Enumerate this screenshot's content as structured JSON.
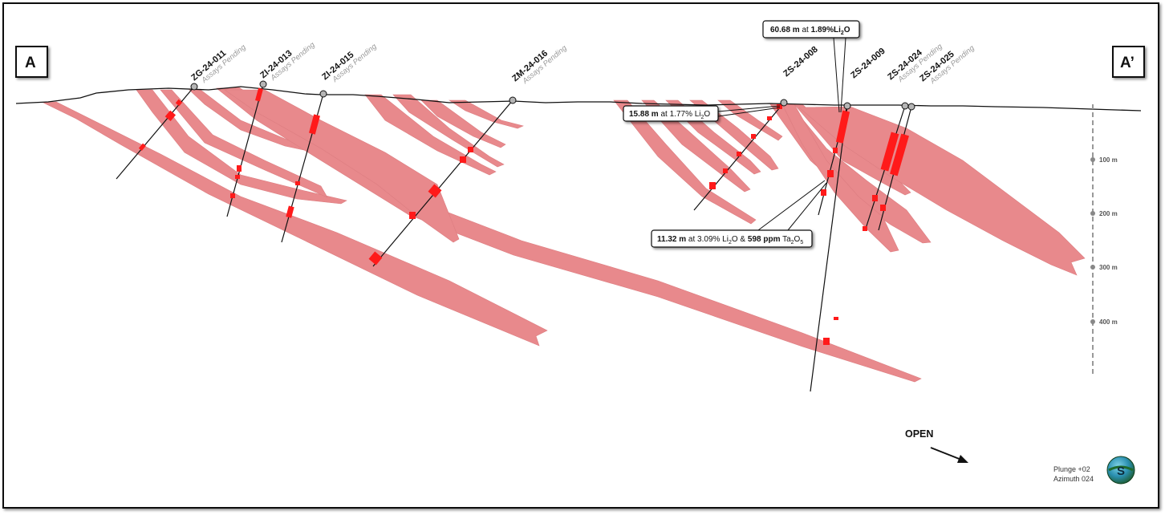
{
  "section": {
    "left": "A",
    "right": "A’"
  },
  "holes": [
    {
      "name": "ZG-24-011",
      "note": "Assays Pending"
    },
    {
      "name": "ZI-24-013",
      "note": "Assays Pending"
    },
    {
      "name": "ZI-24-015",
      "note": "Assays Pending"
    },
    {
      "name": "ZM-24-016",
      "note": "Assays Pending"
    },
    {
      "name": "ZS-24-008",
      "note": ""
    },
    {
      "name": "ZS-24-009",
      "note": ""
    },
    {
      "name": "ZS-24-024",
      "note": "Assays Pending"
    },
    {
      "name": "ZS-24-025",
      "note": "Assays Pending"
    }
  ],
  "callouts": {
    "c1": {
      "value": "60.68 m",
      "mid": " at ",
      "grade": "1.89%",
      "species": "Li",
      "sub": "2",
      "tail": "O"
    },
    "c2": {
      "value": "15.88 m",
      "mid": " at 1.77% Li",
      "sub": "2",
      "tail": "O"
    },
    "c3": {
      "value": "11.32 m",
      "mid": " at 3.09% Li",
      "sub1": "2",
      "mid2": "O & ",
      "grade2": "598 ppm",
      "sp2": " Ta",
      "sub2": "2",
      "sub2b": "O",
      "sub3": "5"
    }
  },
  "scale": [
    "100 m",
    "200 m",
    "300 m",
    "400 m"
  ],
  "open_label": "OPEN",
  "view": {
    "plunge": "Plunge +02",
    "azimuth": "Azimuth 024"
  },
  "logo": {
    "letter": "S"
  },
  "colors": {
    "dyke": "#e8898c",
    "dyke_edge": "#d47376",
    "intercept": "#ff1a1a",
    "hole": "#111111",
    "collar": "#b5b5b5"
  }
}
